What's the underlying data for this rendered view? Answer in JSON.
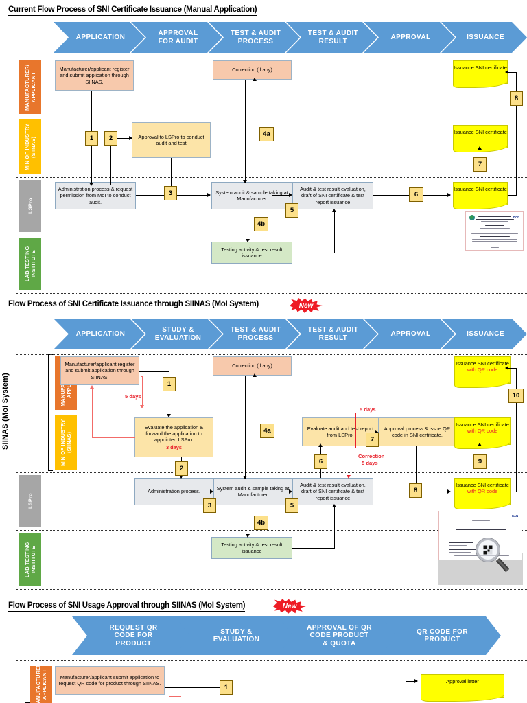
{
  "sections": [
    {
      "id": "section1",
      "title": "Current Flow Process of SNI Certificate Issuance (Manual Application)",
      "is_new": false,
      "new_label": "New",
      "chevrons": [
        {
          "label": "APPLICATION"
        },
        {
          "label": "APPROVAL\nFOR AUDIT"
        },
        {
          "label": "TEST & AUDIT\nPROCESS"
        },
        {
          "label": "TEST & AUDIT\nRESULT"
        },
        {
          "label": "APPROVAL"
        },
        {
          "label": "ISSUANCE"
        }
      ],
      "lanes": [
        {
          "name": "MANUFACTURER/\nAPPLICANT",
          "color": "#E8762C"
        },
        {
          "name": "MIN OF INDUSTRY\n(SIINAS)",
          "color": "#FFC000"
        },
        {
          "name": "LSPro",
          "color": "#A6A6A6"
        },
        {
          "name": "LAB TESTING\nINSTITUTE",
          "color": "#5FA846"
        }
      ],
      "boxes": {
        "application": "Manufacturer/applicant register and submit application through SIINAS.",
        "correction": "Correction (if any)",
        "approval_lspro": "Approval to LSPro to conduct audit and test",
        "administration": "Administration process & request permission from MoI to conduct audit.",
        "system_audit": "System audit & sample taking at Manufacturer",
        "audit_eval": "Audit & test result evaluation, draft of SNI certificate & test report issuance",
        "testing": "Testing activity & test result issuance",
        "cert_manufacturer": "Issuance SNI certificate",
        "cert_moi": "Issuance SNI certificate",
        "cert_lspro": "Issuance SNI certificate"
      },
      "badges": [
        "1",
        "2",
        "3",
        "4a",
        "4b",
        "5",
        "6",
        "7",
        "8"
      ]
    },
    {
      "id": "section2",
      "title": "Flow Process of SNI Certificate Issuance through SIINAS (MoI System)",
      "is_new": true,
      "new_label": "New",
      "group_label": "SIINAS (MoI System)",
      "chevrons": [
        {
          "label": "APPLICATION"
        },
        {
          "label": "STUDY &\nEVALUATION"
        },
        {
          "label": "TEST & AUDIT\nPROCESS"
        },
        {
          "label": "TEST & AUDIT\nRESULT"
        },
        {
          "label": "APPROVAL"
        },
        {
          "label": "ISSUANCE"
        }
      ],
      "lanes": [
        {
          "name": "MANUFACTURER/\nAPPLICANT",
          "color": "#E8762C"
        },
        {
          "name": "MIN OF INDUSTRY\n(SIINAS)",
          "color": "#FFC000"
        },
        {
          "name": "LSPro",
          "color": "#A6A6A6"
        },
        {
          "name": "LAB TESTING\nINSTITUTE",
          "color": "#5FA846"
        }
      ],
      "boxes": {
        "application": "Manufacturer/applicant register and submit application through SIINAS.",
        "correction": "Correction (if any)",
        "evaluate_app": "Evaluate the application & forward the application to appointed LSPro.",
        "evaluate_app_days": "3 days",
        "administration": "Administration process.",
        "system_audit": "System audit & sample taking at Manufacturer",
        "audit_eval": "Audit & test result evaluation, draft of SNI certificate & test report issuance",
        "testing": "Testing activity & test result issuance",
        "evaluate_report": "Evaluate audit and test report from LSPro.",
        "approval_qr": "Approval process & issue QR code in SNI certificate.",
        "cert_manufacturer": "Issuance SNI certificate",
        "cert_moi": "Issuance SNI certificate",
        "cert_lspro": "Issuance SNI certificate",
        "cert_qr_suffix": "with QR code"
      },
      "timings": {
        "app_days": "5 days",
        "eval_days": "5 days",
        "correction": "Correction",
        "correction_days": "5 days"
      },
      "badges": [
        "1",
        "2",
        "3",
        "4a",
        "4b",
        "5",
        "6",
        "7",
        "8",
        "9",
        "10"
      ]
    },
    {
      "id": "section3",
      "title": "Flow Process of SNI Usage Approval through SIINAS (MoI System)",
      "is_new": true,
      "new_label": "New",
      "chevrons": [
        {
          "label": "REQUEST QR\nCODE FOR\nPRODUCT"
        },
        {
          "label": "STUDY &\nEVALUATION"
        },
        {
          "label": "APPROVAL OF QR\nCODE PRODUCT\n& QUOTA"
        },
        {
          "label": "QR CODE FOR\nPRODUCT"
        }
      ],
      "lanes": [
        {
          "name": "MANUFACTURER/\nAPPLICANT",
          "color": "#E8762C"
        }
      ],
      "boxes": {
        "request_qr": "Manufacturer/applicant submit application to request QR code for product through SIINAS.",
        "approval_letter": "Approval letter"
      },
      "badges": [
        "1"
      ]
    }
  ],
  "colors": {
    "chevron": "#5B9BD5",
    "lane_manufacturer": "#E8762C",
    "lane_moi": "#FFC000",
    "lane_lspro": "#A6A6A6",
    "lane_lab": "#5FA846",
    "box_peach": "#F7C9AC",
    "box_cream": "#FCE4A8",
    "box_gray": "#E7E9EC",
    "box_green": "#D4E8C6",
    "certificate_yellow": "#FFFF00",
    "badge_yellow": "#FCE08A",
    "accent_red": "#E8202A",
    "soft_red": "#F26B68"
  }
}
